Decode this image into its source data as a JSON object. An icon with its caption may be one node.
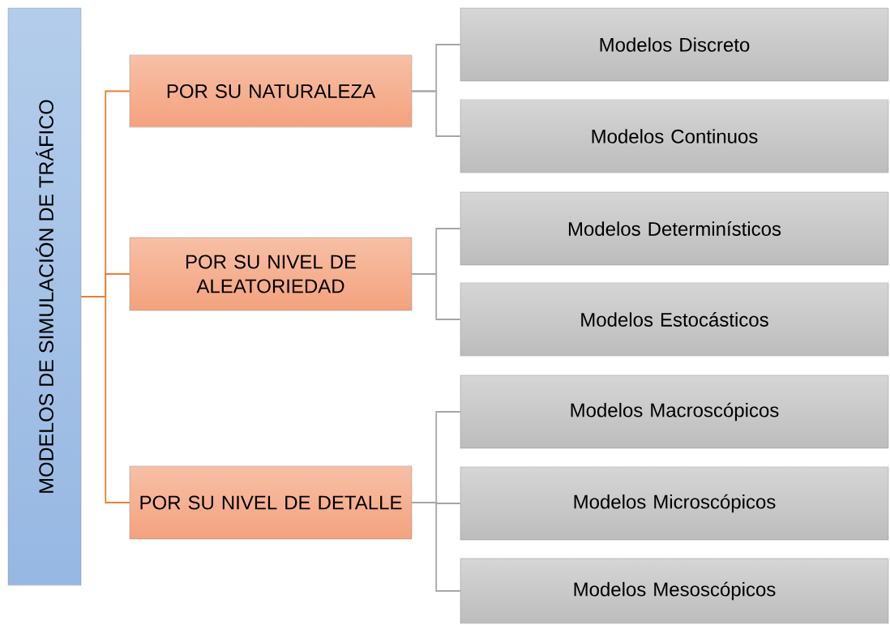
{
  "diagram": {
    "nodes": [
      {
        "text": [
          "MODELOS DE SIMULACIÓN DE TRÁFICO"
        ]
      },
      {
        "text": [
          "POR SU NATURALEZA"
        ]
      },
      {
        "text": [
          "POR SU NIVEL DE ALEATORIEDAD"
        ]
      },
      {
        "text": [
          "POR SU NIVEL DE DETALLE"
        ]
      },
      {
        "text": [
          "Modelos Discreto"
        ]
      },
      {
        "text": [
          "Modelos Continuos"
        ]
      },
      {
        "text": [
          "Modelos Determinísticos"
        ]
      },
      {
        "text": [
          "Modelos Estocásticos"
        ]
      },
      {
        "text": [
          "Modelos Macroscópicos"
        ]
      },
      {
        "text": [
          "Modelos Microscópicos"
        ]
      },
      {
        "text": [
          "Modelos Mesoscópicos"
        ]
      }
    ],
    "edges": [
      {
        "from": 0,
        "to": 1,
        "arrow": "none",
        "color": "#ed7d31"
      },
      {
        "from": 0,
        "to": 2,
        "arrow": "none",
        "color": "#ed7d31"
      },
      {
        "from": 0,
        "to": 3,
        "arrow": "none",
        "color": "#ed7d31"
      },
      {
        "from": 1,
        "to": 4,
        "arrow": "none"
      },
      {
        "from": 1,
        "to": 5,
        "arrow": "none"
      },
      {
        "from": 2,
        "to": 6,
        "arrow": "none"
      },
      {
        "from": 2,
        "to": 7,
        "arrow": "none"
      },
      {
        "from": 3,
        "to": 8,
        "arrow": "none"
      },
      {
        "from": 3,
        "to": 9,
        "arrow": "none"
      },
      {
        "from": 3,
        "to": 10,
        "arrow": "none"
      }
    ]
  }
}
